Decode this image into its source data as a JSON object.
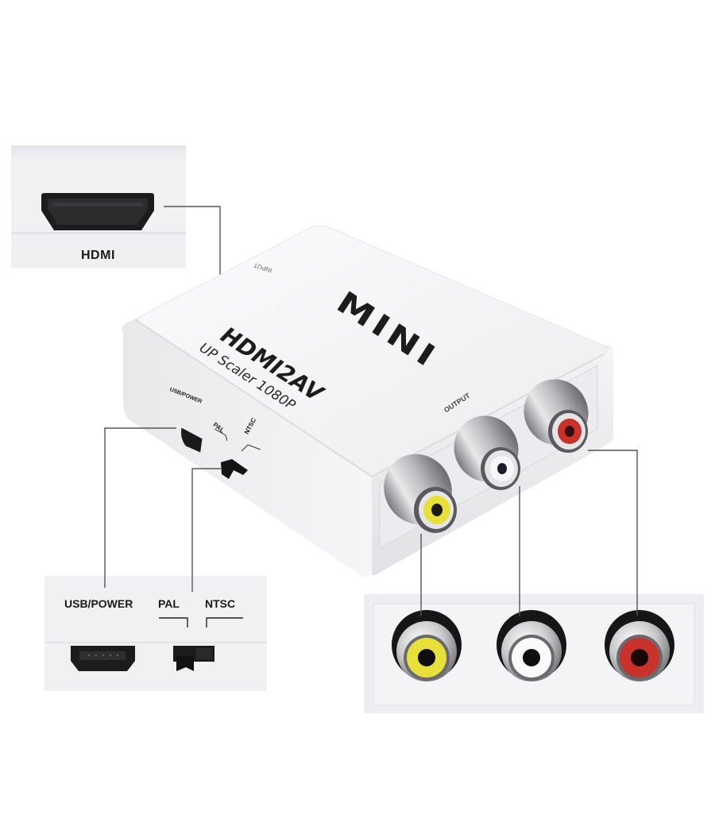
{
  "product": {
    "brand_mark": "MINI",
    "model": "HDMI2AV",
    "subtitle": "UP Scaler 1080P",
    "input_marking": "INPUT",
    "output_marking": "OUTPUT",
    "device_port_labels": {
      "usb_power": "USB/POWER",
      "pal": "PAL",
      "ntsc": "NTSC"
    }
  },
  "callouts": {
    "hdmi_panel": {
      "label": "HDMI"
    },
    "power_panel": {
      "usb_label": "USB/POWER",
      "pal_label": "PAL",
      "ntsc_label": "NTSC"
    },
    "rca_panel": {
      "jacks": [
        {
          "name": "video",
          "color": "#e8e03a"
        },
        {
          "name": "audio-left",
          "color": "#f4f4f4"
        },
        {
          "name": "audio-right",
          "color": "#c8322a"
        }
      ]
    }
  },
  "colors": {
    "background": "#ffffff",
    "device_body": "#f2f2f4",
    "panel": "#ececf0",
    "callout_line": "#555555",
    "port_black": "#1a1a1a",
    "rca_yellow": "#e8e03a",
    "rca_white": "#f4f4f4",
    "rca_red": "#c8322a"
  }
}
